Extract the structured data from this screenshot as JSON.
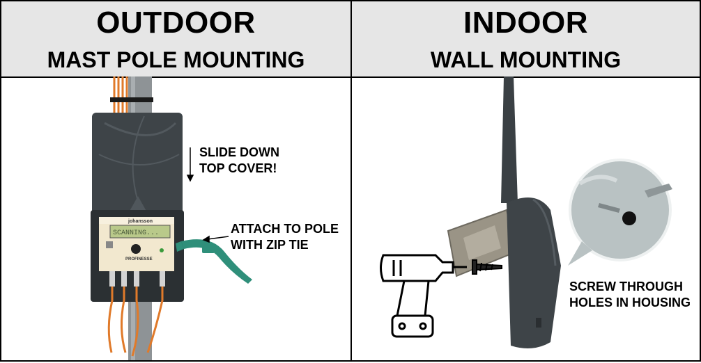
{
  "left_panel": {
    "title": "OUTDOOR",
    "subtitle": "MAST POLE MOUNTING",
    "callout_slide_line1": "SLIDE DOWN",
    "callout_slide_line2": "TOP COVER!",
    "callout_attach_line1": "ATTACH TO POLE",
    "callout_attach_line2": "WITH ZIP TIE",
    "device_brand": "johansson",
    "device_display": "SCANNING...",
    "device_model": "PROFINESSE"
  },
  "right_panel": {
    "title": "INDOOR",
    "subtitle": "WALL MOUNTING",
    "callout_screw_line1": "SCREW THROUGH",
    "callout_screw_line2": "HOLES IN HOUSING"
  },
  "colors": {
    "header_bg": "#e6e6e6",
    "housing": "#3e4448",
    "pole": "#8e9396",
    "cable": "#e07a2a",
    "zip_tie": "#2f8f7a",
    "lcd": "#b9c98a"
  }
}
